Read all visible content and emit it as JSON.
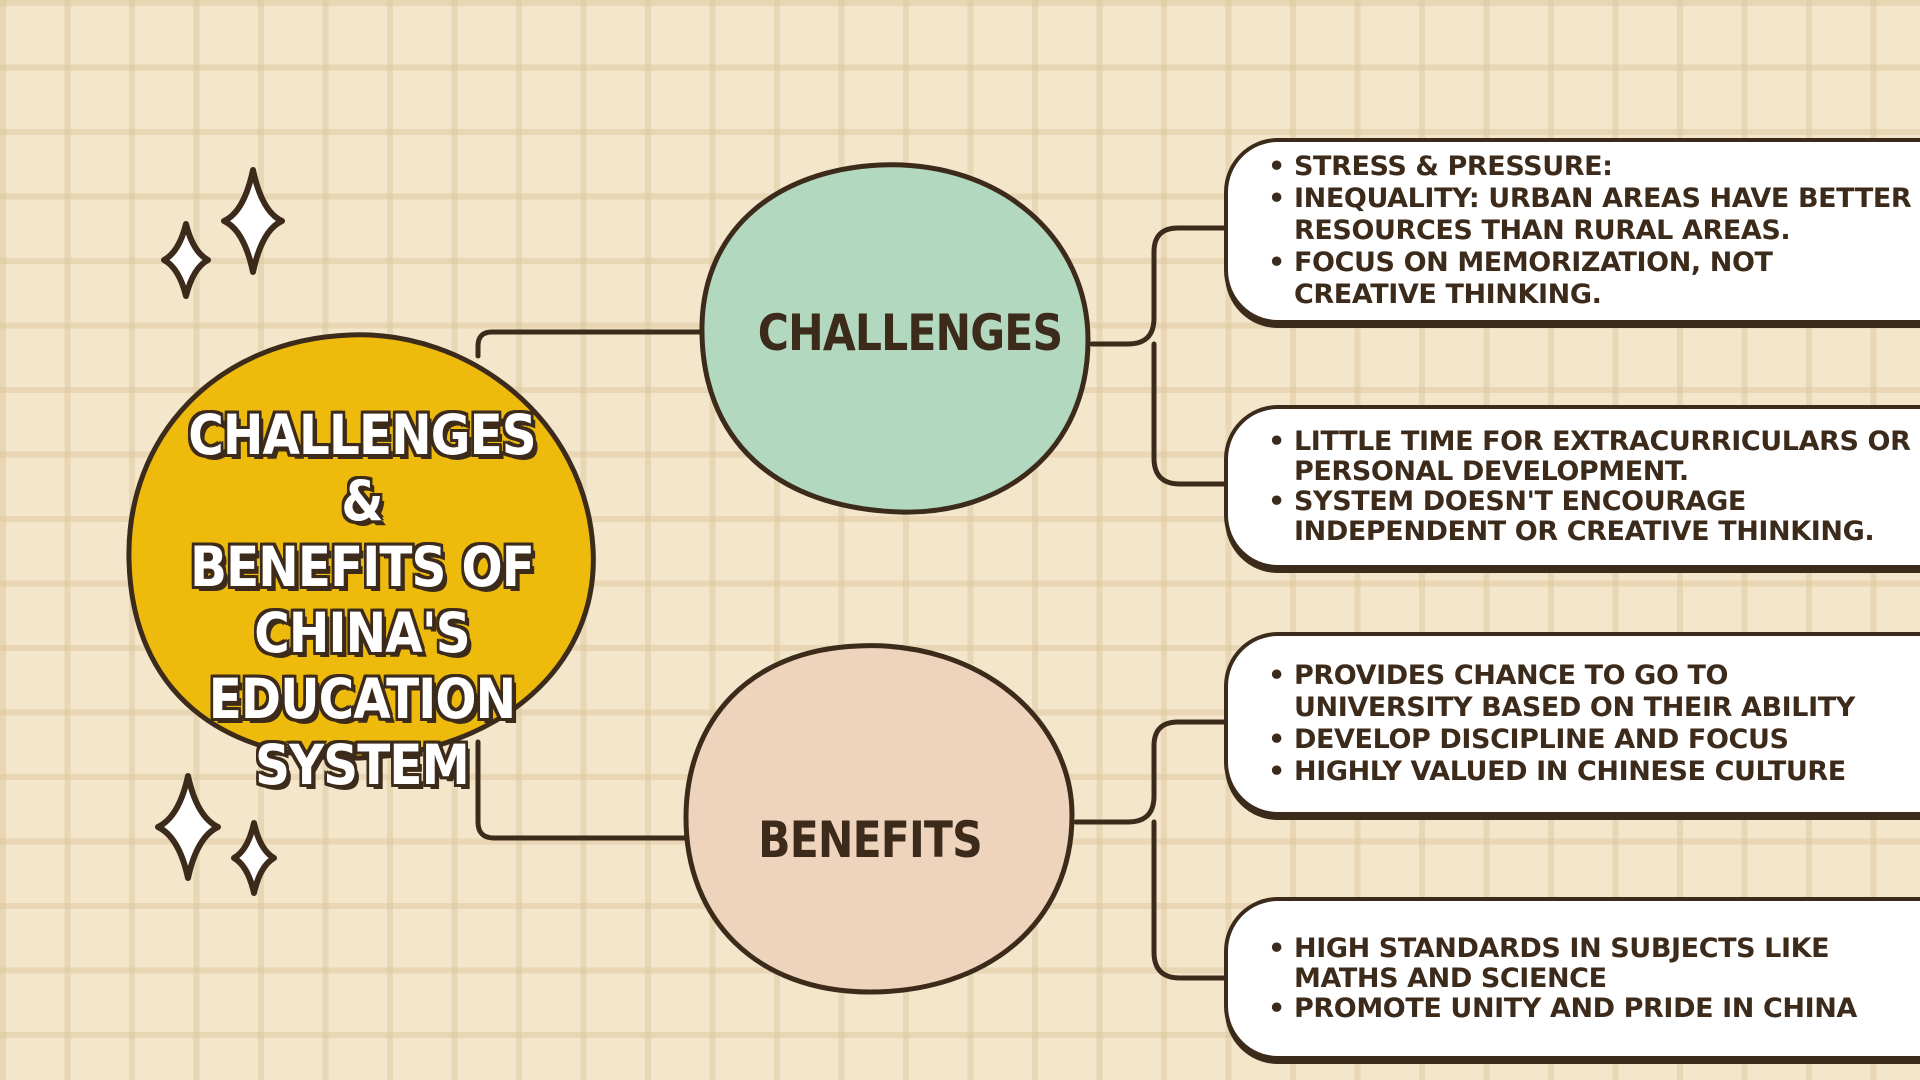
{
  "diagram": {
    "center": {
      "title_lines": [
        "Challenges &",
        "Benefits of",
        "China's",
        "Education",
        "System"
      ],
      "color": "#eebb0d"
    },
    "challenges": {
      "label": "Challenges",
      "color": "#b2d9bf",
      "cards": [
        {
          "items": [
            "Stress & pressure:",
            "Inequality: urban areas have better resources than rural areas.",
            "Focus on memorization, not creative thinking."
          ]
        },
        {
          "items": [
            "Little time for extracurriculars or personal development.",
            "System doesn't encourage independent or creative thinking."
          ]
        }
      ]
    },
    "benefits": {
      "label": "Benefits",
      "color": "#efd4bd",
      "cards": [
        {
          "items": [
            "Provides chance to go to university based on their ability",
            "Develop discipline and focus",
            "Highly valued in Chinese culture"
          ]
        },
        {
          "items": [
            "High standards in subjects like maths and science",
            "Promote unity and pride in China"
          ]
        }
      ]
    },
    "colors": {
      "outline": "#3c2a1b",
      "background": "#f4e6cb",
      "grid": "#e6d2ad",
      "card": "#ffffff"
    }
  }
}
